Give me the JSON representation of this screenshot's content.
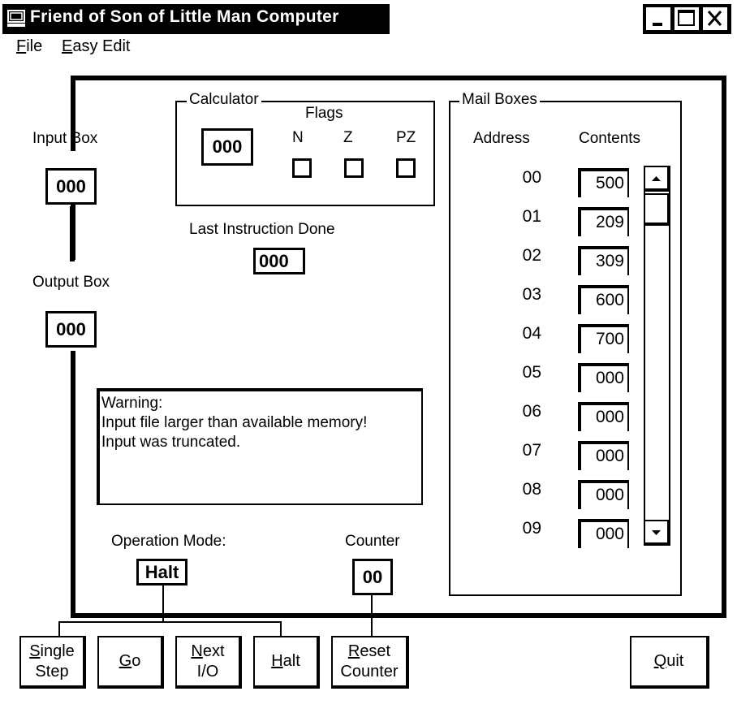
{
  "window": {
    "title": "Friend of Son of Little Man Computer",
    "controls": [
      "minimize",
      "maximize",
      "close"
    ]
  },
  "menu": {
    "items": [
      {
        "label": "File",
        "mnemonic": "F",
        "rest": "ile"
      },
      {
        "label": "Easy Edit",
        "mnemonic": "E",
        "rest": "asy Edit"
      }
    ]
  },
  "io": {
    "input_label": "Input Box",
    "input_value": "000",
    "output_label": "Output Box",
    "output_value": "000"
  },
  "calculator": {
    "title": "Calculator",
    "value": "000",
    "flags_title": "Flags",
    "flags": [
      {
        "name": "N",
        "checked": false
      },
      {
        "name": "Z",
        "checked": false
      },
      {
        "name": "PZ",
        "checked": false
      }
    ]
  },
  "last_instruction": {
    "label": "Last Instruction Done",
    "value": "000"
  },
  "message": {
    "text": "Warning:\nInput file larger than available memory!\nInput was truncated."
  },
  "operation_mode": {
    "label": "Operation Mode:",
    "value": "Halt"
  },
  "counter": {
    "label": "Counter",
    "value": "00"
  },
  "mailboxes": {
    "title": "Mail Boxes",
    "address_header": "Address",
    "contents_header": "Contents",
    "rows": [
      {
        "address": "00",
        "contents": "500"
      },
      {
        "address": "01",
        "contents": "209"
      },
      {
        "address": "02",
        "contents": "309"
      },
      {
        "address": "03",
        "contents": "600"
      },
      {
        "address": "04",
        "contents": "700"
      },
      {
        "address": "05",
        "contents": "000"
      },
      {
        "address": "06",
        "contents": "000"
      },
      {
        "address": "07",
        "contents": "000"
      },
      {
        "address": "08",
        "contents": "000"
      },
      {
        "address": "09",
        "contents": "000"
      }
    ]
  },
  "buttons": {
    "single_step": {
      "mnemonic": "S",
      "line1_rest": "ingle",
      "line2": "Step"
    },
    "go": {
      "mnemonic": "G",
      "rest": "o"
    },
    "next_io": {
      "mnemonic": "N",
      "line1_rest": "ext",
      "line2": "I/O"
    },
    "halt": {
      "mnemonic": "H",
      "rest": "alt"
    },
    "reset_counter": {
      "mnemonic": "R",
      "line1_rest": "eset",
      "line2": "Counter"
    },
    "quit": {
      "mnemonic": "Q",
      "rest": "uit"
    }
  }
}
